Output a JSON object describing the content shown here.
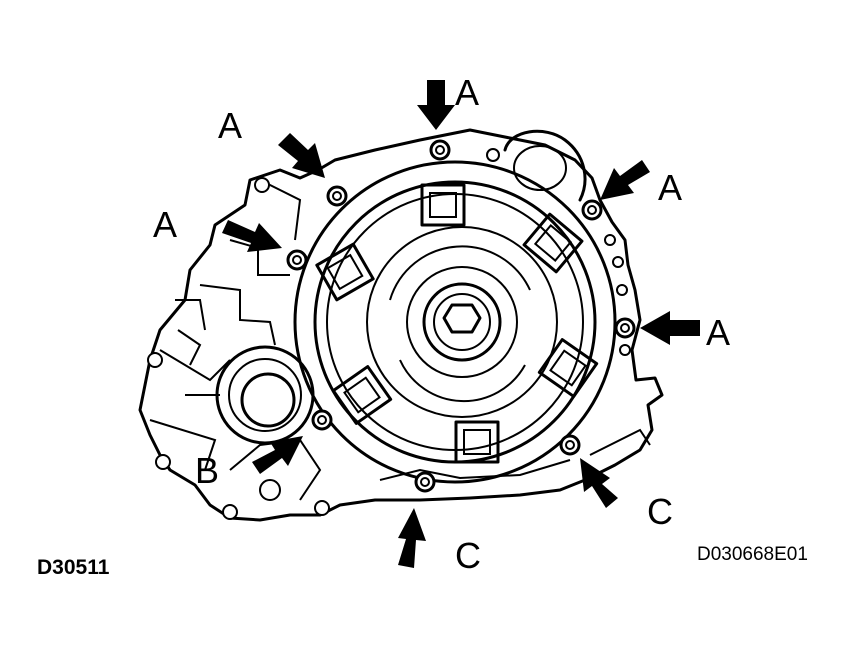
{
  "figure": {
    "left_code": "D30511",
    "right_code": "D030668E01"
  },
  "callouts": [
    {
      "id": "a-top",
      "letter": "A"
    },
    {
      "id": "a-upper-left",
      "letter": "A"
    },
    {
      "id": "a-left",
      "letter": "A"
    },
    {
      "id": "a-upper-right",
      "letter": "A"
    },
    {
      "id": "a-right",
      "letter": "A"
    },
    {
      "id": "b-lower-left",
      "letter": "B"
    },
    {
      "id": "c-bottom",
      "letter": "C"
    },
    {
      "id": "c-bottom-right",
      "letter": "C"
    }
  ],
  "legend_colors": {
    "line": "#000000",
    "background": "#ffffff"
  }
}
